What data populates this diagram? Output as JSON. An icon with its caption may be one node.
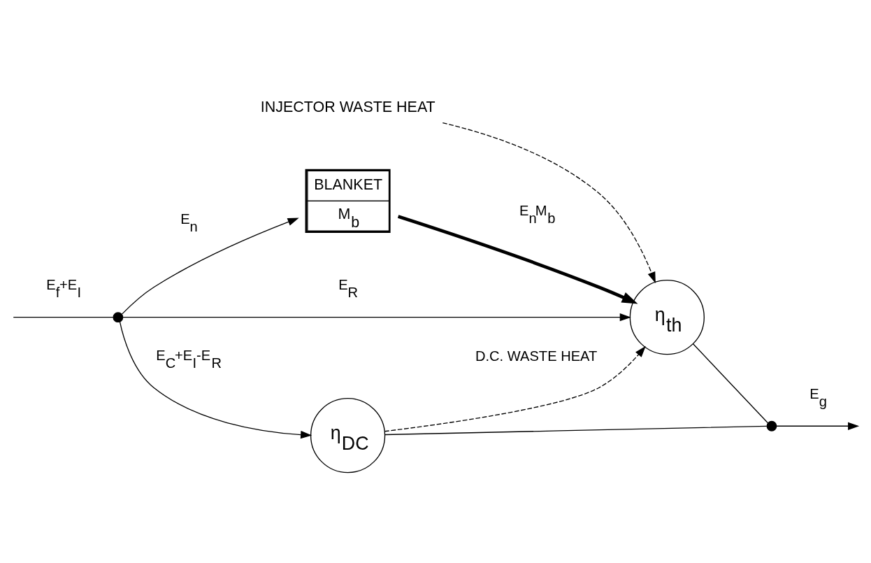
{
  "diagram": {
    "nodes": [
      {
        "text": [
          "BLANKET",
          "M$_{b}$"
        ]
      },
      {
        "text": [
          "η$_{th}$"
        ]
      },
      {
        "text": [
          "η$_{DC}$"
        ]
      },
      {
        "text": [],
        "shape": "circle"
      },
      {
        "text": [],
        "shape": "circle"
      },
      {
        "text": [
          "INJECTOR WASTE HEAT"
        ]
      }
    ],
    "edges": [
      {
        "from": null,
        "to": 3,
        "arrow": "none",
        "label": "E$_{f}$+E$_{I}$"
      },
      {
        "from": 3,
        "to": 0,
        "arrow": "to",
        "label": "E$_{n}$"
      },
      {
        "from": 0,
        "to": 1,
        "arrow": "to",
        "label": "E$_{n}$M$_{b}$",
        "style": "thick"
      },
      {
        "from": 3,
        "to": 1,
        "arrow": "to",
        "label": "E$_{R}$"
      },
      {
        "from": 3,
        "to": 2,
        "arrow": "to",
        "label": "E$_{C}$+E$_{I}$-E$_{R}$"
      },
      {
        "from": 5,
        "to": 1,
        "arrow": "to",
        "style": "dashed"
      },
      {
        "from": 2,
        "to": 1,
        "arrow": "to",
        "style": "dashed",
        "label": "D.C. WASTE HEAT"
      },
      {
        "from": 1,
        "to": 4,
        "arrow": "none"
      },
      {
        "from": 2,
        "to": 4,
        "arrow": "none"
      },
      {
        "from": 4,
        "to": null,
        "arrow": "to",
        "label": "E$_{g}$"
      }
    ]
  }
}
